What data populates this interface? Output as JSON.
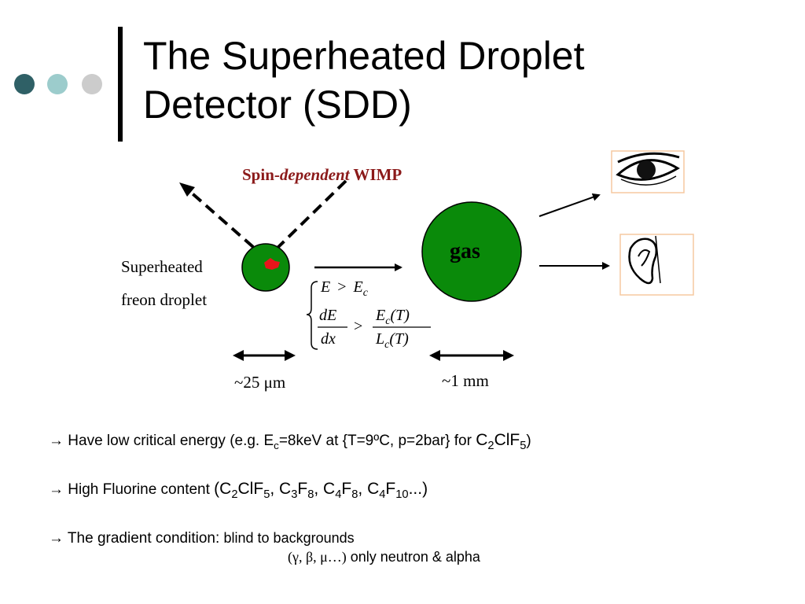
{
  "title": {
    "line1": "The Superheated Droplet",
    "line2": "Detector (SDD)"
  },
  "decor_colors": [
    "#2f6066",
    "#9ccccc",
    "#cccccc"
  ],
  "figure": {
    "wimp": {
      "prefix": "Spin-",
      "emph": "dependent",
      "suffix": " WIMP"
    },
    "droplet_label": {
      "line1": "Superheated",
      "line2": "freon droplet"
    },
    "gas_label": "gas",
    "size_small": "~25 μm",
    "size_large": "~1 mm",
    "condition1": {
      "lhs": "E",
      "op": ">",
      "rhs": "E",
      "rhs_sub": "c"
    },
    "condition2": {
      "num_l": "dE",
      "den_l": "dx",
      "op": ">",
      "num_r": "E",
      "num_r_sub": "c",
      "num_r_arg": "(T)",
      "den_r": "L",
      "den_r_sub": "c",
      "den_r_arg": "(T)"
    },
    "icons": [
      "eye-icon",
      "ear-icon"
    ],
    "colors": {
      "green": "#0a8a0a",
      "red": "#e8151b",
      "wimp_red": "#8b1a1a",
      "frame": "#f5c9a0"
    }
  },
  "bullets": {
    "b1": {
      "arrow": "→",
      "text1": " Have low critical energy (e.g. E",
      "sub1": "c",
      "text2": "=8keV at {T=9ºC, p=2bar} for ",
      "f1": "C",
      "f1s": "2",
      "f2": "ClF",
      "f2s": "5",
      "end": ")"
    },
    "b2": {
      "arrow": "→",
      "text1": " High Fluorine content ",
      "open": "(",
      "c1": "C",
      "c1s": "2",
      "c2": "ClF",
      "c2s": "5",
      "sep1": ", ",
      "c3": "C",
      "c3s": "3",
      "c4": "F",
      "c4s": "8",
      "sep2": ", ",
      "c5": "C",
      "c5s": "4",
      "c6": "F",
      "c6s": "8",
      "sep3": ", ",
      "c7": "C",
      "c7s": "4",
      "c8": "F",
      "c8s": "10",
      "close": "...)"
    },
    "b3": {
      "arrow": "→",
      "text1": " The gradient condition: ",
      "text2": "blind to backgrounds"
    },
    "b3_line2": {
      "greek": "(γ, β, μ…)",
      "text": " only neutron & alpha"
    }
  }
}
